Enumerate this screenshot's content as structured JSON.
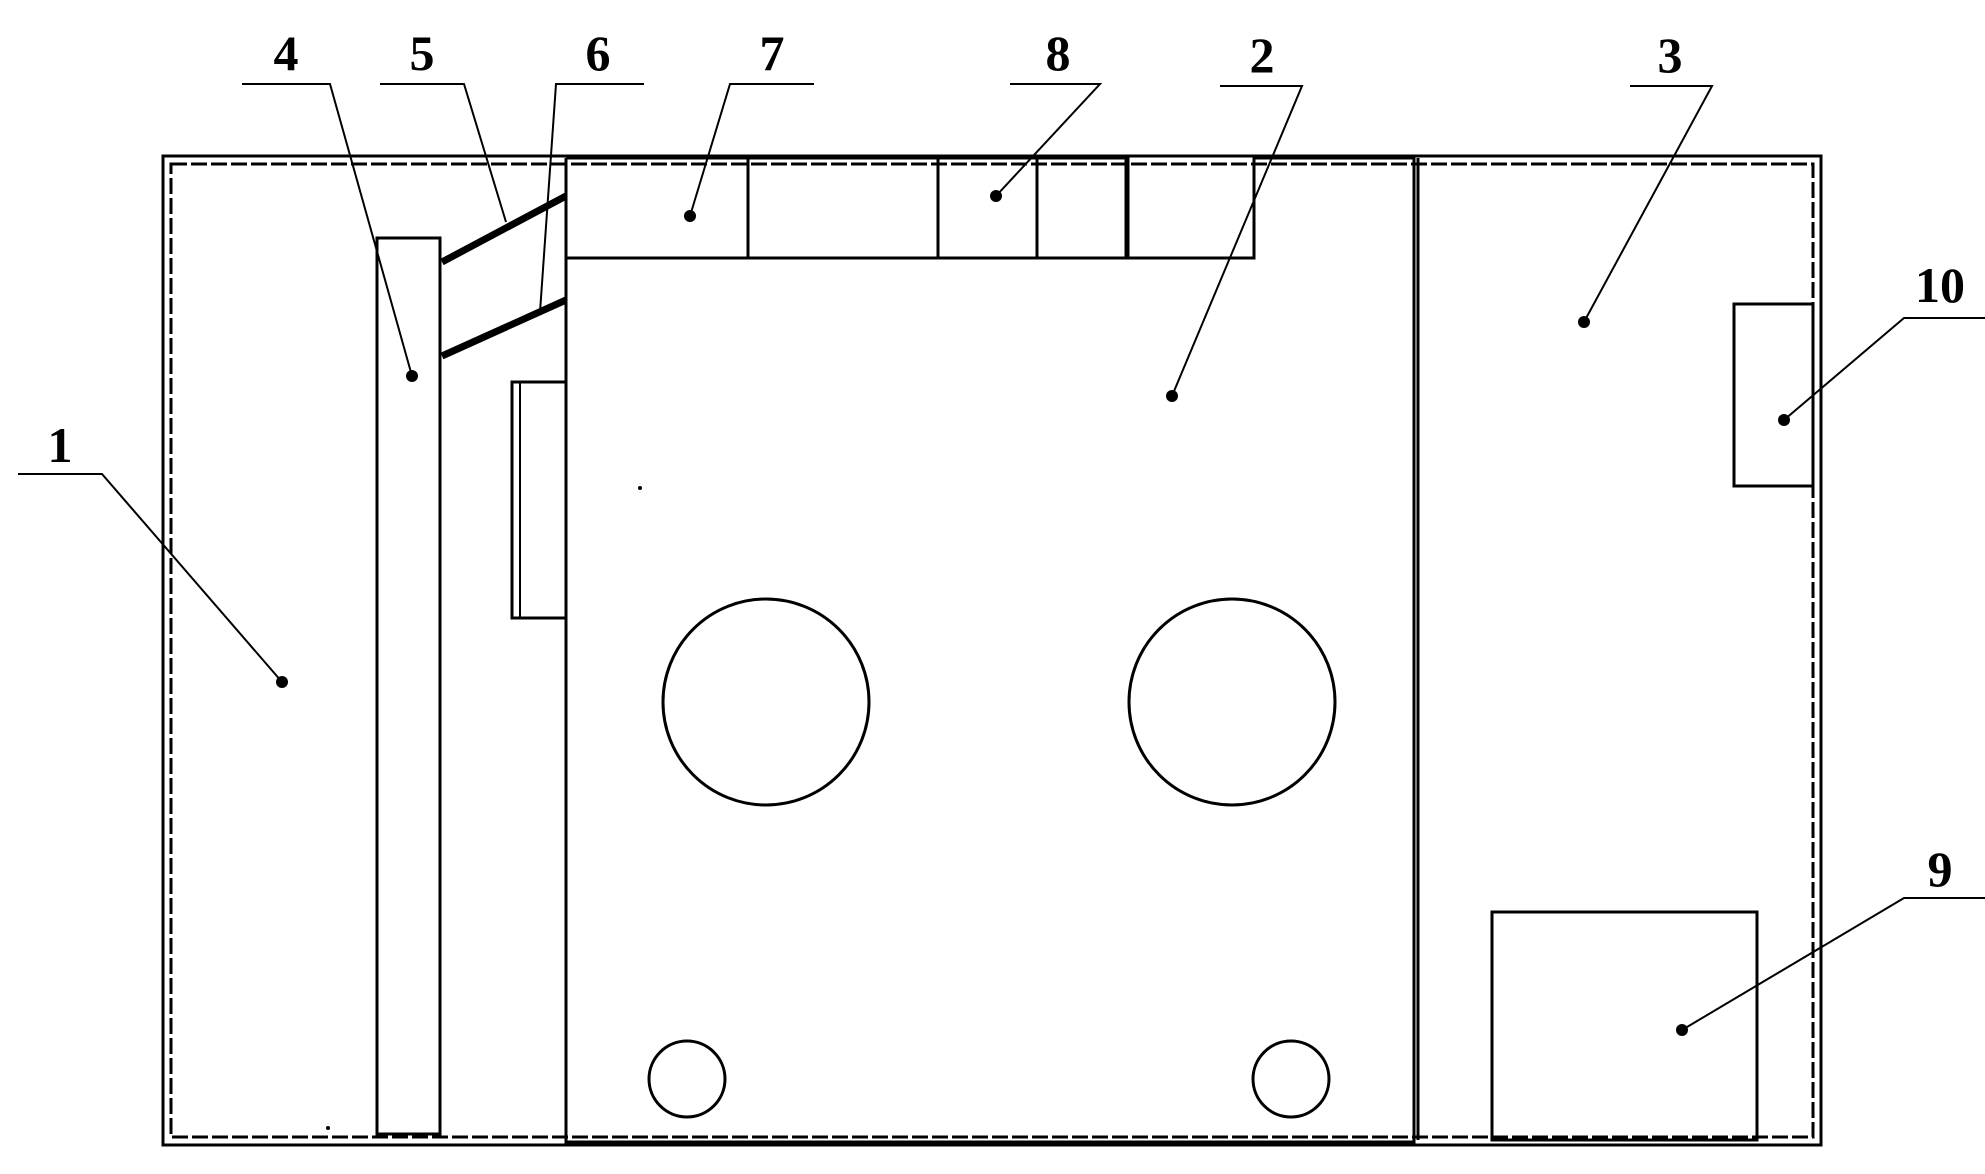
{
  "labels": [
    "1",
    "2",
    "3",
    "4",
    "5",
    "6",
    "7",
    "8",
    "9",
    "10"
  ],
  "colors": {
    "line": "#000000",
    "background": "#ffffff"
  }
}
